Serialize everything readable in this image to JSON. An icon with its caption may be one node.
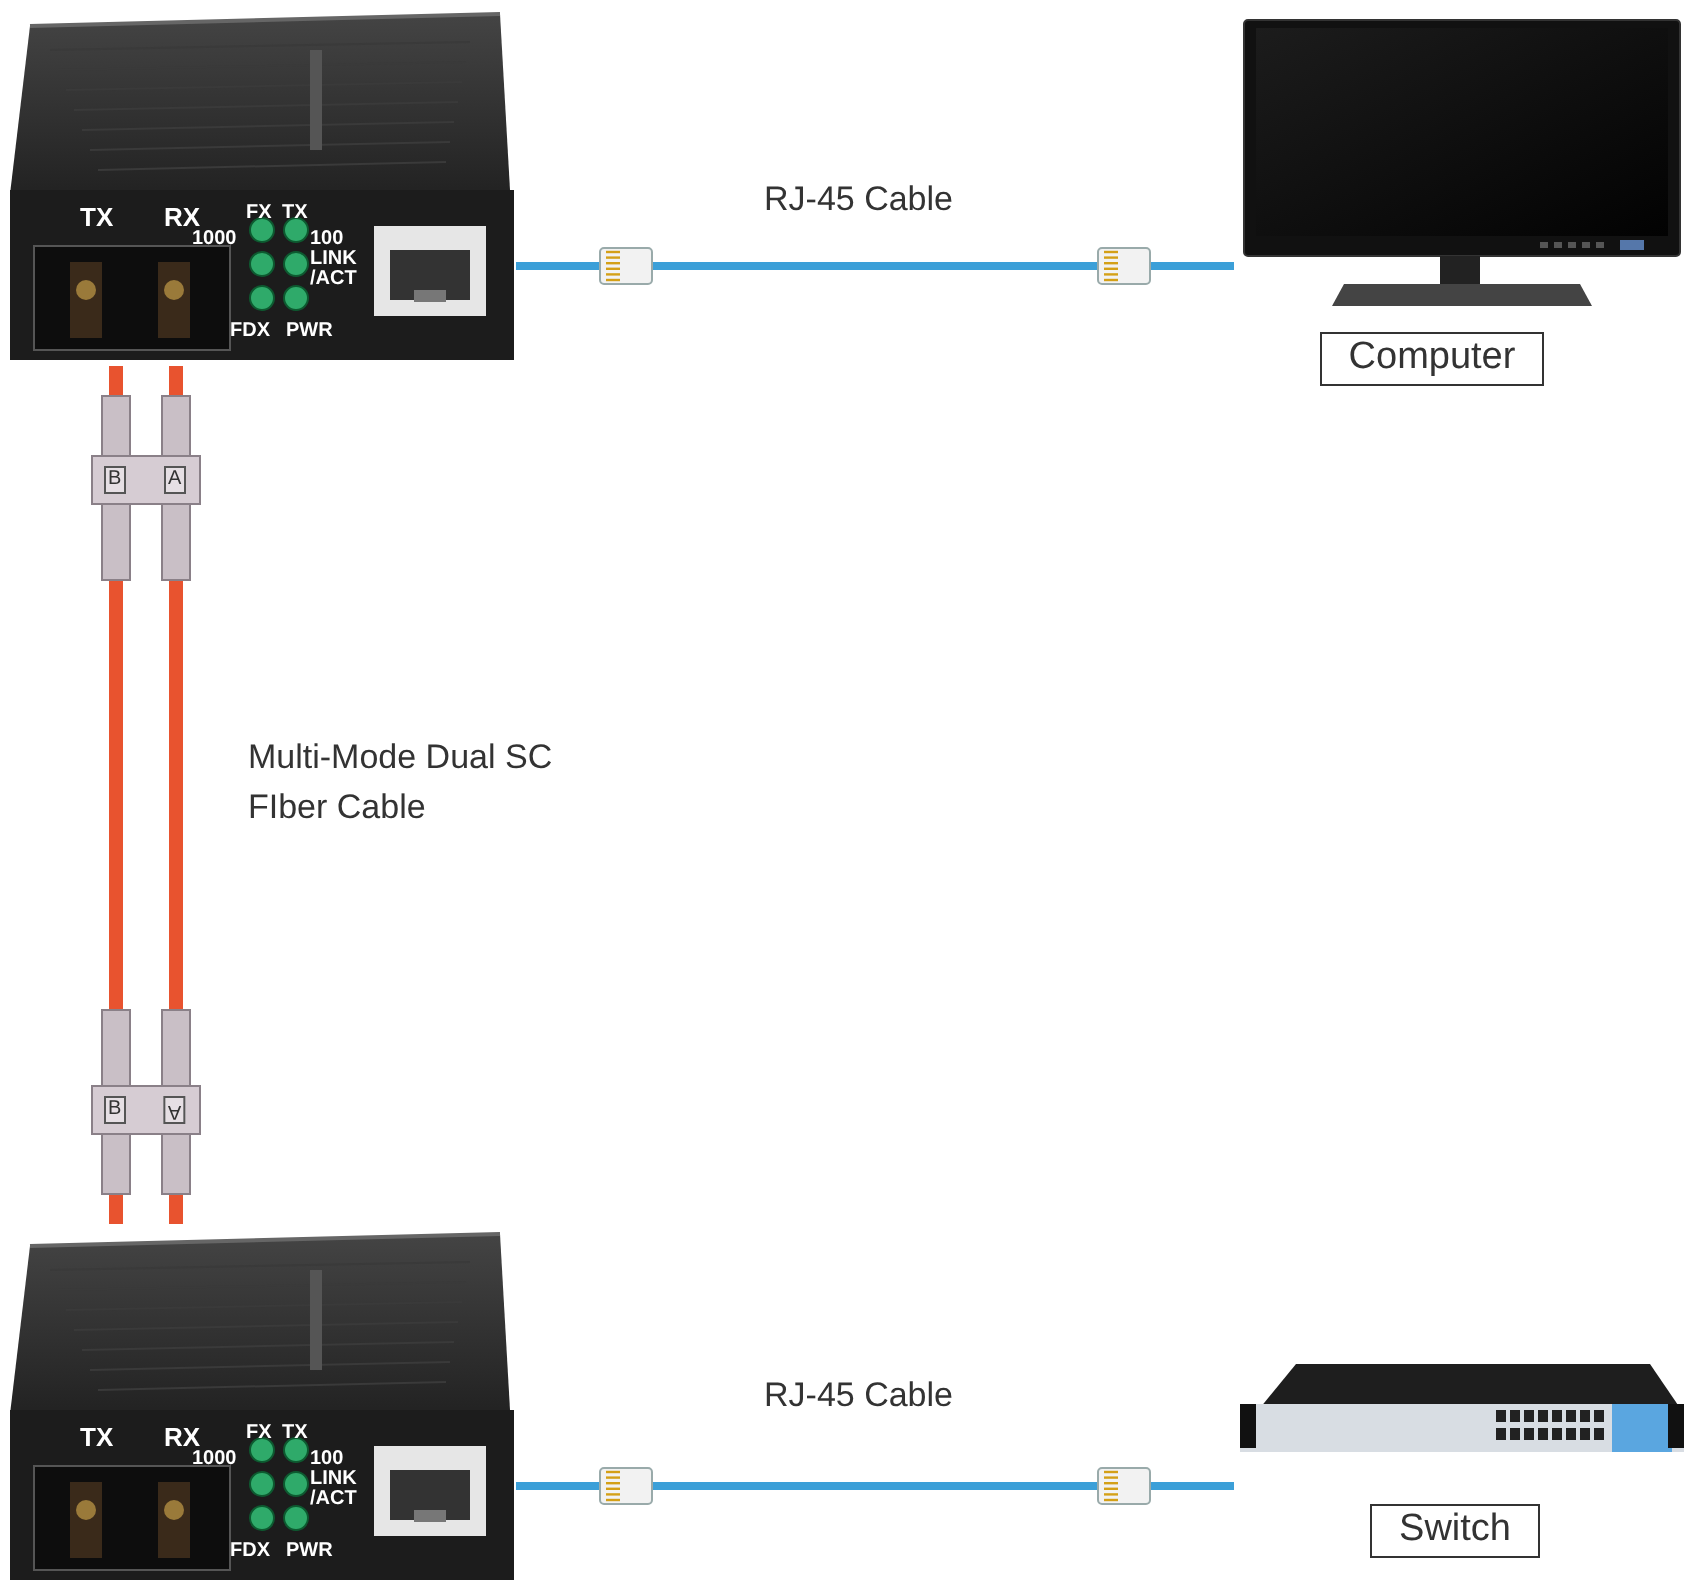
{
  "diagram": {
    "nodes": [
      {
        "text": [],
        "shape": "picture"
      },
      {
        "text": [],
        "shape": "picture"
      },
      {
        "text": [
          "Computer"
        ]
      },
      {
        "text": [],
        "shape": "picture"
      },
      {
        "text": [],
        "shape": "picture"
      },
      {
        "text": [
          "Switch"
        ]
      }
    ],
    "edges": [
      {
        "from": 0,
        "to": 1,
        "arrow": "none",
        "label": "RJ-45 Cable",
        "color": "#3b9fd8"
      },
      {
        "from": 0,
        "to": 3,
        "arrow": "none",
        "label": "Multi-Mode Dual SC FIber Cable",
        "color": "#e8532f"
      },
      {
        "from": 3,
        "to": 4,
        "arrow": "none",
        "label": "RJ-45 Cable",
        "color": "#3b9fd8"
      }
    ],
    "labels": [
      "TX",
      "RX",
      "1000",
      "FX",
      "TX",
      "100",
      "LINK /ACT",
      "FDX",
      "PWR",
      "B",
      "A",
      "B",
      "A",
      "TX",
      "RX",
      "1000",
      "FX",
      "TX",
      "100",
      "LINK /ACT",
      "FDX",
      "PWR"
    ]
  }
}
